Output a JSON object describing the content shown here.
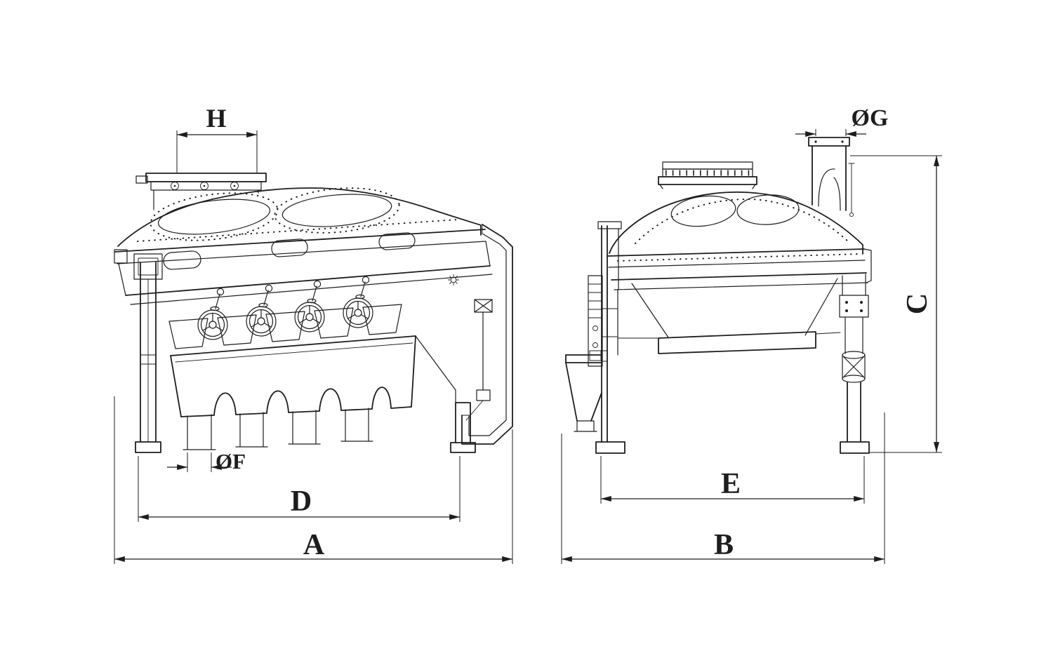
{
  "theme": {
    "line": "#1d1d1d",
    "bg": "#ffffff"
  },
  "dimensions": {
    "a": "A",
    "b": "B",
    "c": "C",
    "d": "D",
    "e": "E",
    "h": "H",
    "f": "ØF",
    "g": "ØG"
  }
}
